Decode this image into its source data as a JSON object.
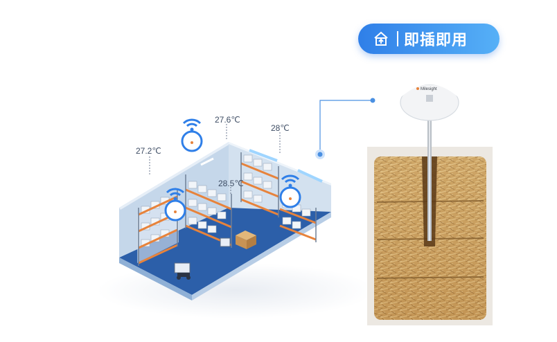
{
  "badge": {
    "label": "即插即用",
    "icon": "home-upload-icon"
  },
  "temperatures": [
    "27.6℃",
    "28℃",
    "27.2℃",
    "28.5℃"
  ],
  "device": {
    "brand": "Milesight"
  },
  "colors": {
    "accent": "#2f7fe8",
    "floor": "#2b5ea8",
    "wall": "#c3d6ea",
    "hay": "#c8a368"
  }
}
